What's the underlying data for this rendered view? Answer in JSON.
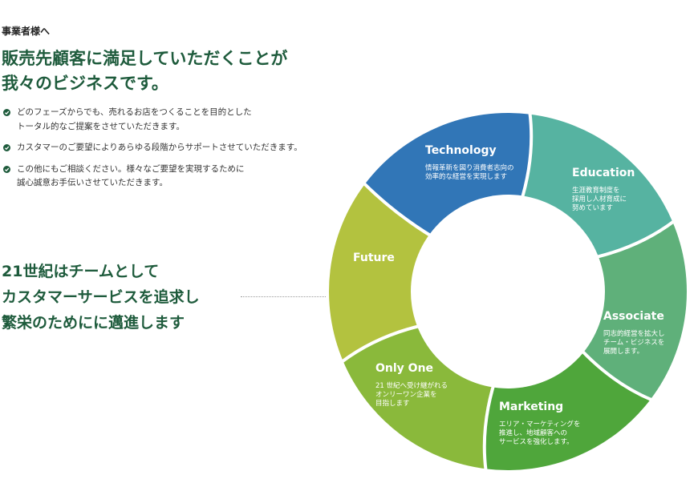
{
  "intro": {
    "eyebrow": "事業者様へ",
    "headline_lines": [
      "販売先顧客に満足していただくことが",
      "我々のビジネスです。"
    ]
  },
  "bullets": [
    {
      "lines": [
        "どのフェーズからでも、売れるお店をつくることを目的とした",
        "トータル的なご提案をさせていただきます。"
      ]
    },
    {
      "lines": [
        "カスタマーのご要望によりあらゆる段階からサポートさせていただきます。"
      ]
    },
    {
      "lines": [
        "この他にもご相談ください。様々なご要望を実現するために",
        "誠心誠意お手伝いさせていただきます。"
      ]
    }
  ],
  "slogan_lines": [
    "21世紀はチームとして",
    "カスタマーサービスを追求し",
    "繁栄のためにに邁進します"
  ],
  "cycle": [
    {
      "title": "Technology",
      "desc": [
        "情報革新を図り消費者志向の",
        "効率的な経営を実現します"
      ],
      "color": "#3176b7"
    },
    {
      "title": "Education",
      "desc": [
        "生涯教育制度を",
        "採用し人材育成に",
        "努めています"
      ],
      "color": "#56b3a1"
    },
    {
      "title": "Associate",
      "desc": [
        "同志的経営を拡大し",
        "チーム・ビジネスを",
        "展開します。"
      ],
      "color": "#5fb07a"
    },
    {
      "title": "Marketing",
      "desc": [
        "エリア・マーケティングを",
        "推進し、地域顧客への",
        "サービスを強化します。"
      ],
      "color": "#4fa63b"
    },
    {
      "title": "Only One",
      "desc": [
        "21 世紀へ受け継がれる",
        "オンリーワン企業を",
        "目指します"
      ],
      "color": "#8ab93b"
    },
    {
      "title": "Future",
      "desc": [],
      "color": "#b3c23f"
    }
  ],
  "colors": {
    "heading": "#1e5b3c",
    "check": "#1e5b3c"
  }
}
